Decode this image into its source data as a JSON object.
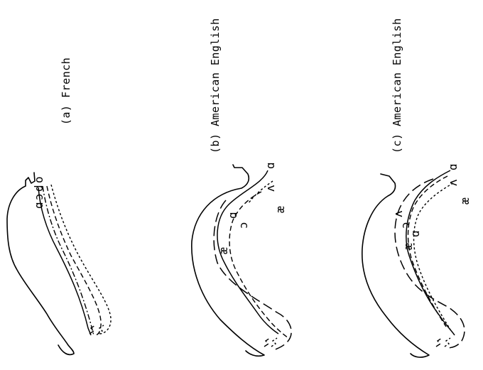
{
  "panels": [
    {
      "caption": "(a) French",
      "vowels": [
        "o",
        "d",
        "ɔ",
        "ɑ"
      ]
    },
    {
      "caption": "(b) American English",
      "vowels": [
        "ɑ",
        "ʌ",
        "æ",
        "ɑ",
        "ɔ",
        "æ"
      ]
    },
    {
      "caption": "(c) American English",
      "vowels": [
        "ɑ",
        "ʌ",
        "æ",
        "ʌ",
        "ɔ",
        "ɑ",
        "æ"
      ]
    }
  ]
}
